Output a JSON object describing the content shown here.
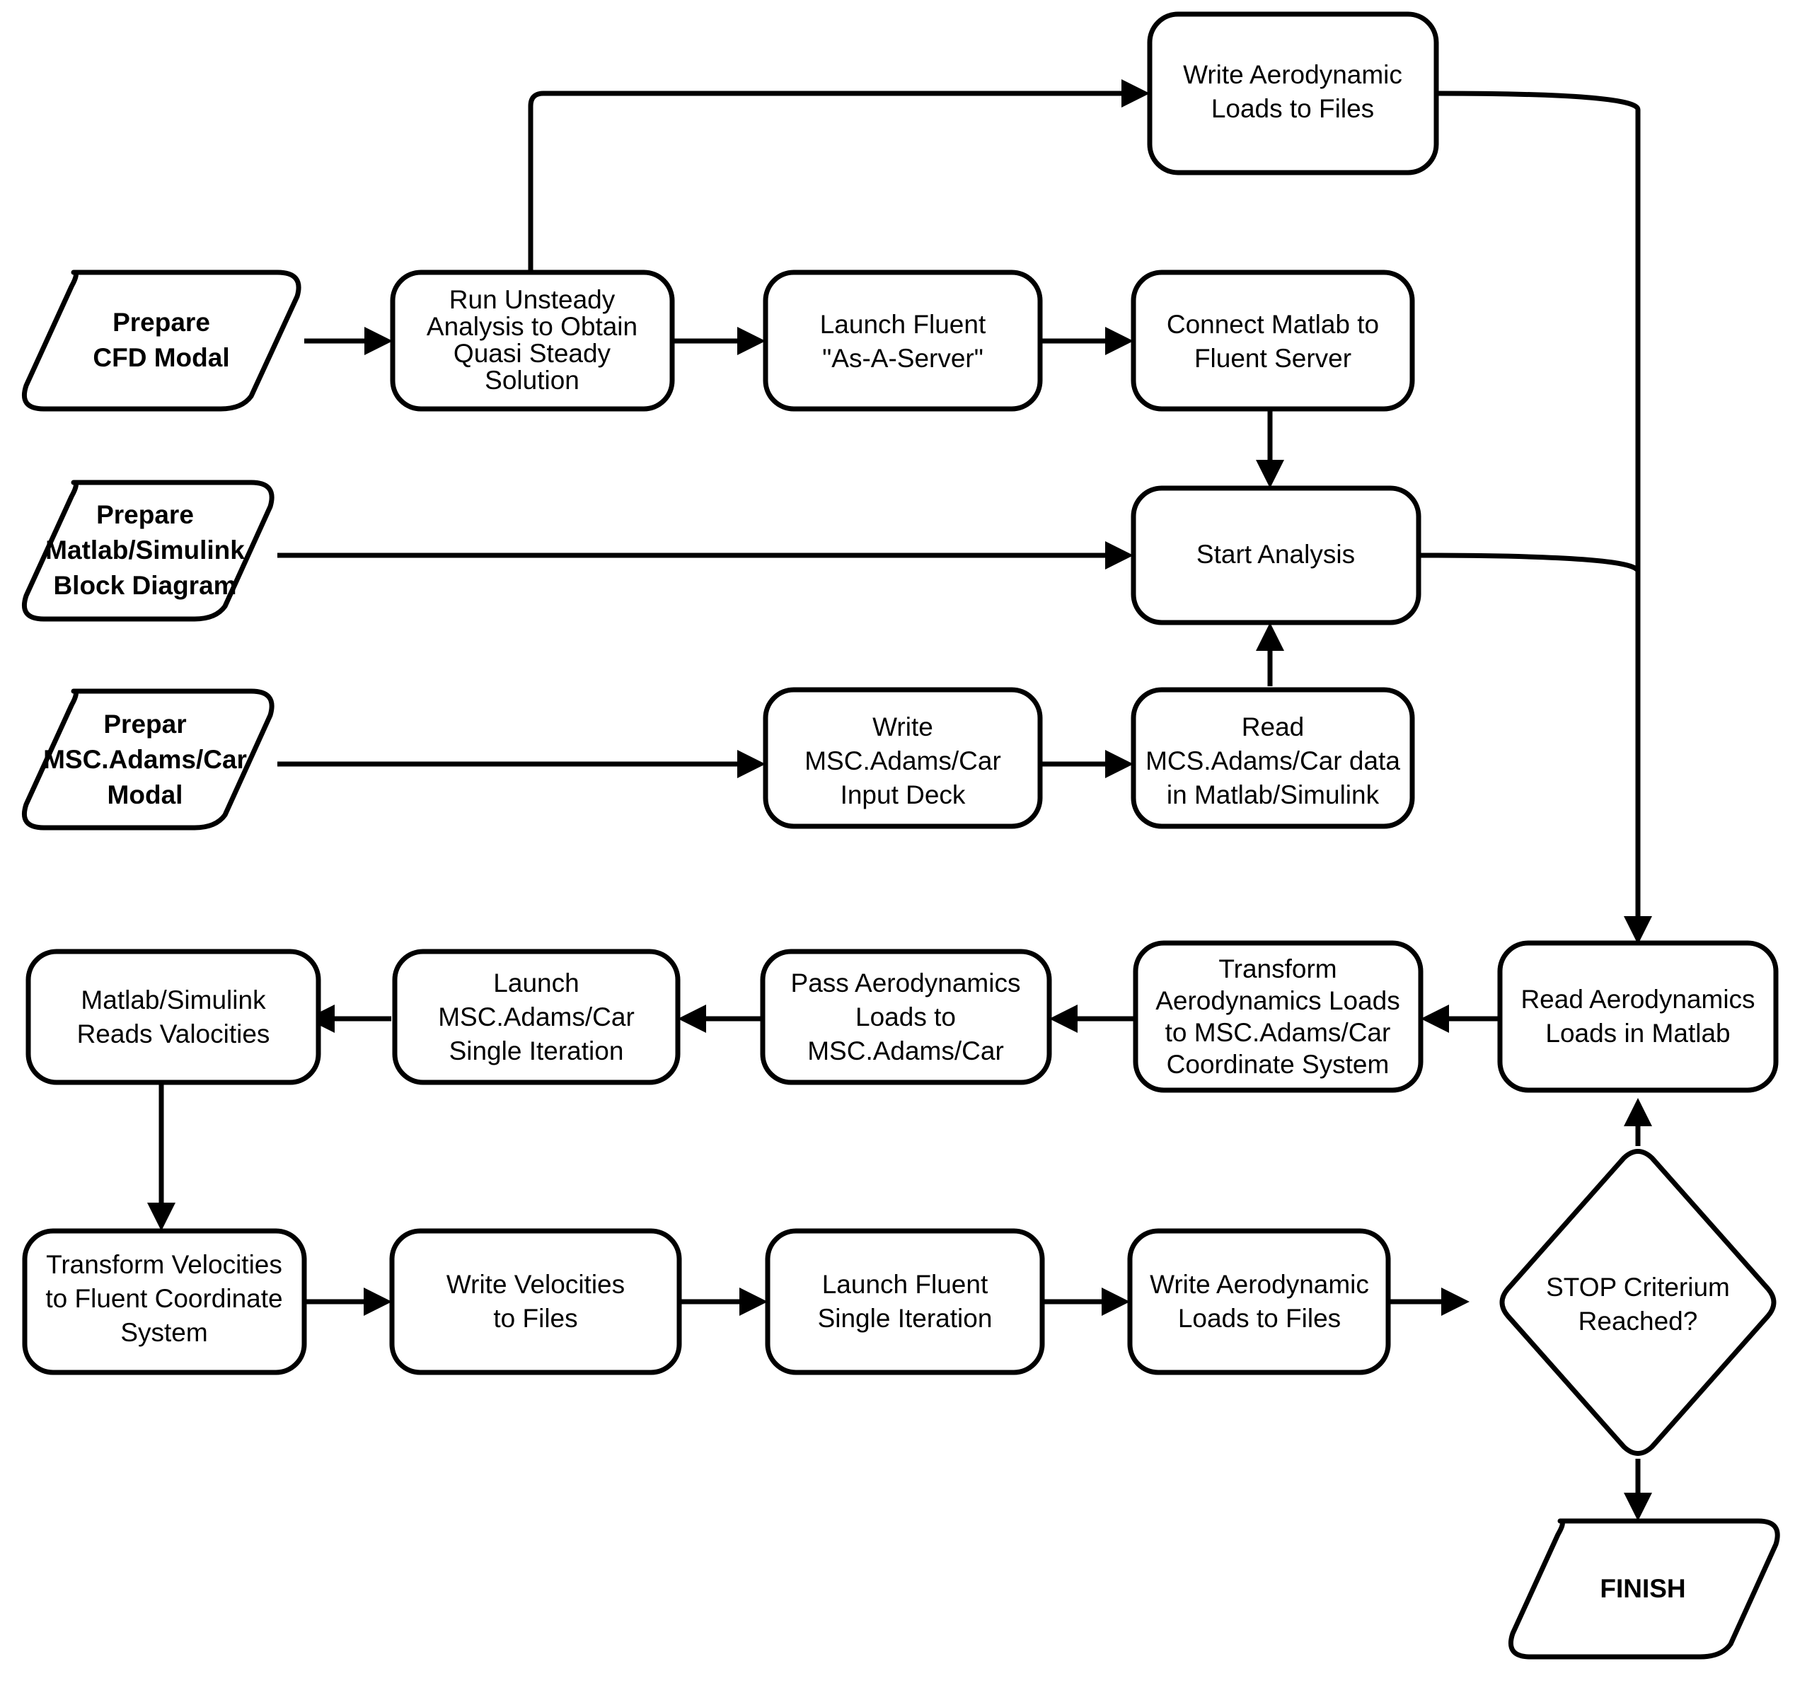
{
  "diagram": {
    "title": "CFD / MSC.Adams / Matlab-Simulink Co-Simulation Flowchart",
    "stroke_color": "#000000",
    "fill_color": "#ffffff",
    "nodes": [
      {
        "id": "write_aero_top",
        "type": "process",
        "lines": [
          "Write Aerodynamic",
          "Loads to Files"
        ]
      },
      {
        "id": "prepare_cfd",
        "type": "terminator",
        "lines": [
          "Prepare",
          "CFD Modal"
        ]
      },
      {
        "id": "run_unsteady",
        "type": "process",
        "lines": [
          "Run Unsteady",
          "Analysis to Obtain",
          "Quasi Steady",
          "Solution"
        ]
      },
      {
        "id": "launch_fluent_server",
        "type": "process",
        "lines": [
          "Launch Fluent",
          "\"As-A-Server\""
        ]
      },
      {
        "id": "connect_matlab",
        "type": "process",
        "lines": [
          "Connect Matlab to",
          "Fluent Server"
        ]
      },
      {
        "id": "prepare_simulink",
        "type": "terminator",
        "lines": [
          "Prepare",
          "Matlab/Simulink",
          "Block Diagram"
        ]
      },
      {
        "id": "start_analysis",
        "type": "process",
        "lines": [
          "Start Analysis"
        ]
      },
      {
        "id": "prepare_adams",
        "type": "terminator",
        "lines": [
          "Prepar",
          "MSC.Adams/Car",
          "Modal"
        ]
      },
      {
        "id": "write_adams_deck",
        "type": "process",
        "lines": [
          "Write",
          "MSC.Adams/Car",
          "Input Deck"
        ]
      },
      {
        "id": "read_adams_data",
        "type": "process",
        "lines": [
          "Read",
          "MCS.Adams/Car data",
          "in Matlab/Simulink"
        ]
      },
      {
        "id": "matlab_reads_vel",
        "type": "process",
        "lines": [
          "Matlab/Simulink",
          "Reads Valocities"
        ]
      },
      {
        "id": "launch_adams_iter",
        "type": "process",
        "lines": [
          "Launch",
          "MSC.Adams/Car",
          "Single Iteration"
        ]
      },
      {
        "id": "pass_aero_loads",
        "type": "process",
        "lines": [
          "Pass Aerodynamics",
          "Loads to",
          "MSC.Adams/Car"
        ]
      },
      {
        "id": "transform_aero_loads",
        "type": "process",
        "lines": [
          "Transform",
          "Aerodynamics Loads",
          "to MSC.Adams/Car",
          "Coordinate System"
        ]
      },
      {
        "id": "read_aero_matlab",
        "type": "process",
        "lines": [
          "Read Aerodynamics",
          "Loads in Matlab"
        ]
      },
      {
        "id": "transform_velocities",
        "type": "process",
        "lines": [
          "Transform Velocities",
          "to Fluent Coordinate",
          "System"
        ]
      },
      {
        "id": "write_velocities",
        "type": "process",
        "lines": [
          "Write Velocities",
          "to Files"
        ]
      },
      {
        "id": "launch_fluent_iter",
        "type": "process",
        "lines": [
          "Launch Fluent",
          "Single Iteration"
        ]
      },
      {
        "id": "write_aero_bottom",
        "type": "process",
        "lines": [
          "Write Aerodynamic",
          "Loads to Files"
        ]
      },
      {
        "id": "stop_criterium",
        "type": "decision",
        "lines": [
          "STOP Criterium",
          "Reached?"
        ]
      },
      {
        "id": "finish",
        "type": "terminator",
        "lines": [
          "FINISH"
        ]
      }
    ],
    "edges": [
      {
        "from": "prepare_cfd",
        "to": "run_unsteady"
      },
      {
        "from": "run_unsteady",
        "to": "write_aero_top"
      },
      {
        "from": "run_unsteady",
        "to": "launch_fluent_server"
      },
      {
        "from": "launch_fluent_server",
        "to": "connect_matlab"
      },
      {
        "from": "connect_matlab",
        "to": "start_analysis"
      },
      {
        "from": "prepare_simulink",
        "to": "start_analysis"
      },
      {
        "from": "prepare_adams",
        "to": "write_adams_deck"
      },
      {
        "from": "write_adams_deck",
        "to": "read_adams_data"
      },
      {
        "from": "read_adams_data",
        "to": "start_analysis"
      },
      {
        "from": "write_aero_top",
        "to": "read_aero_matlab"
      },
      {
        "from": "start_analysis",
        "to": "read_aero_matlab"
      },
      {
        "from": "read_aero_matlab",
        "to": "transform_aero_loads"
      },
      {
        "from": "transform_aero_loads",
        "to": "pass_aero_loads"
      },
      {
        "from": "pass_aero_loads",
        "to": "launch_adams_iter"
      },
      {
        "from": "launch_adams_iter",
        "to": "matlab_reads_vel"
      },
      {
        "from": "matlab_reads_vel",
        "to": "transform_velocities"
      },
      {
        "from": "transform_velocities",
        "to": "write_velocities"
      },
      {
        "from": "write_velocities",
        "to": "launch_fluent_iter"
      },
      {
        "from": "launch_fluent_iter",
        "to": "write_aero_bottom"
      },
      {
        "from": "write_aero_bottom",
        "to": "stop_criterium"
      },
      {
        "from": "stop_criterium",
        "to": "read_aero_matlab"
      },
      {
        "from": "stop_criterium",
        "to": "finish"
      }
    ]
  }
}
